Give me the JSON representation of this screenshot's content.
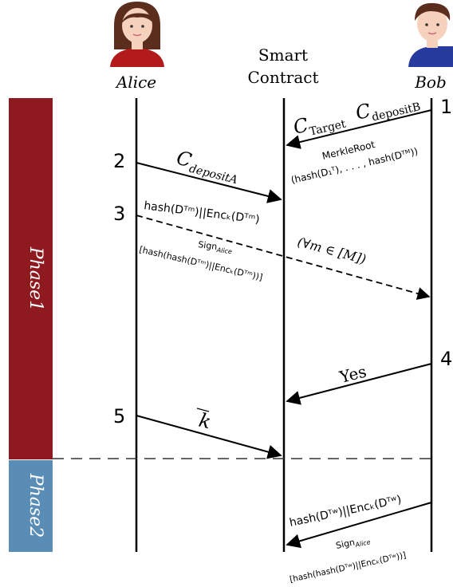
{
  "actors": {
    "alice": {
      "name": "Alice",
      "colors": {
        "hair": "#5a2d1c",
        "skin": "#f6d2bd",
        "shirt": "#b31b1b"
      }
    },
    "contract": {
      "line1": "Smart",
      "line2": "Contract"
    },
    "bob": {
      "name": "Bob",
      "colors": {
        "hair": "#5a2d1c",
        "skin": "#f6d2bd",
        "shirt": "#273a9e"
      }
    }
  },
  "phases": [
    {
      "label": "Phase1",
      "color": "#8e1a1f"
    },
    {
      "label": "Phase2",
      "color": "#5a8db5"
    }
  ],
  "steps": {
    "s1": "1",
    "s2": "2",
    "s3": "3",
    "s4": "4",
    "s5": "5"
  },
  "messages": {
    "m1": {
      "c_target": "C",
      "c_target_sub": "Target",
      "c_deposit": "C",
      "c_deposit_sub": "depositB",
      "merkle_title": "MerkleRoot",
      "merkle_args": "(hash(D₁ᵀ), . . . , hash(Dᵀᴹ))"
    },
    "m2": {
      "c": "C",
      "sub": "depositA"
    },
    "m3": {
      "data": "hash(Dᵀᵐ)||Encₖ(Dᵀᵐ)",
      "sign": "Sign",
      "sign_sub": "Alice",
      "sign_body": "[hash(hash(Dᵀᵐ)||Encₖ(Dᵀᵐ))]",
      "forall": "(∀m ∈ [M])"
    },
    "m4": {
      "label": "Yes"
    },
    "m5": {
      "label": "k"
    },
    "m6": {
      "data": "hash(Dᵀʷ)||Encₖ(Dᵀʷ)",
      "sign": "Sign",
      "sign_sub": "Alice",
      "sign_body": "[hash(hash(Dᵀʷ)||Encₖ(Dᵀʷ))]"
    }
  }
}
